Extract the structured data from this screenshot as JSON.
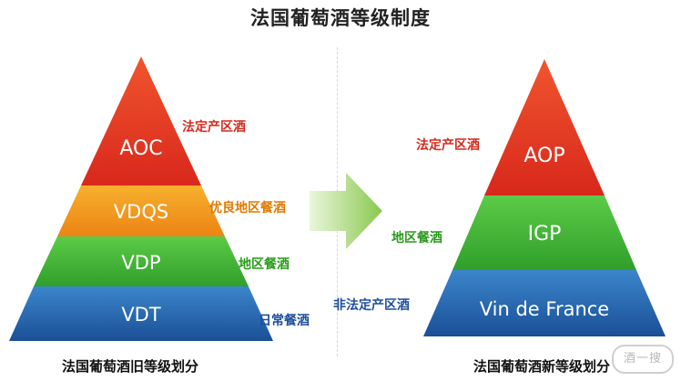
{
  "title": "法国葡萄酒等级制度",
  "old_system": {
    "caption": "法国葡萄酒旧等级划分",
    "tiers": [
      {
        "name": "AOC",
        "label": "法定产区酒",
        "label_color": "#d42a1e"
      },
      {
        "name": "VDQS",
        "label": "优良地区餐酒",
        "label_color": "#e07a00"
      },
      {
        "name": "VDP",
        "label": "地区餐酒",
        "label_color": "#2a9b1b"
      },
      {
        "name": "VDT",
        "label": "日常餐酒",
        "label_color": "#1d4f9c"
      }
    ]
  },
  "new_system": {
    "caption": "法国葡萄酒新等级划分",
    "tiers": [
      {
        "name": "AOP",
        "label": "法定产区酒",
        "label_color": "#d42a1e"
      },
      {
        "name": "IGP",
        "label": "地区餐酒",
        "label_color": "#2a9b1b"
      },
      {
        "name": "Vin de France",
        "label": "非法定产区酒",
        "label_color": "#1d4f9c"
      }
    ]
  },
  "colors": {
    "red": "#e23a24",
    "orange": "#f39a1c",
    "green": "#3cb43a",
    "blue": "#2466ae",
    "arrow": "#8fca4a"
  },
  "watermark": {
    "icon": "watermark-logo",
    "text": "酒一搜"
  }
}
